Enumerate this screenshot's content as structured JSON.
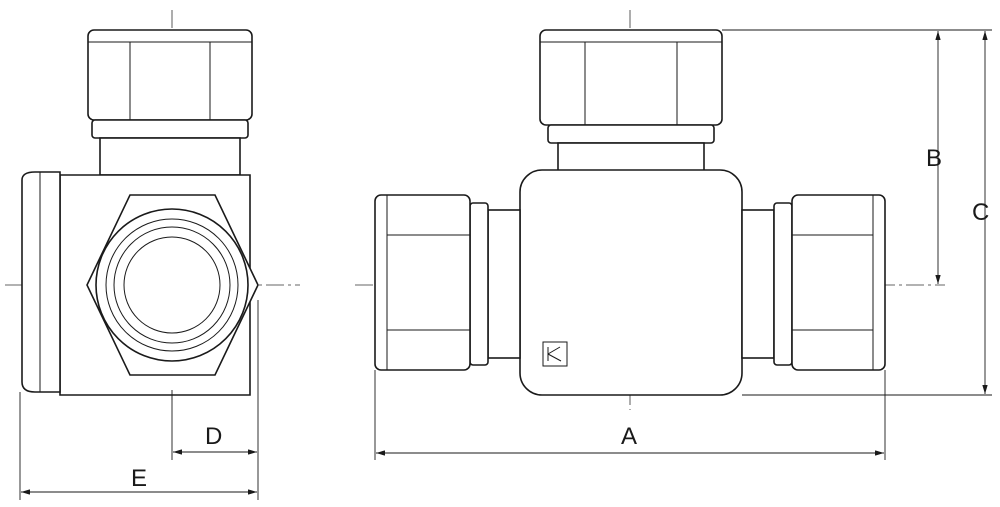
{
  "dimensions": {
    "A": "A",
    "B": "B",
    "C": "C",
    "D": "D",
    "E": "E"
  },
  "colors": {
    "line": "#1a1a1a",
    "background": "#ffffff"
  }
}
